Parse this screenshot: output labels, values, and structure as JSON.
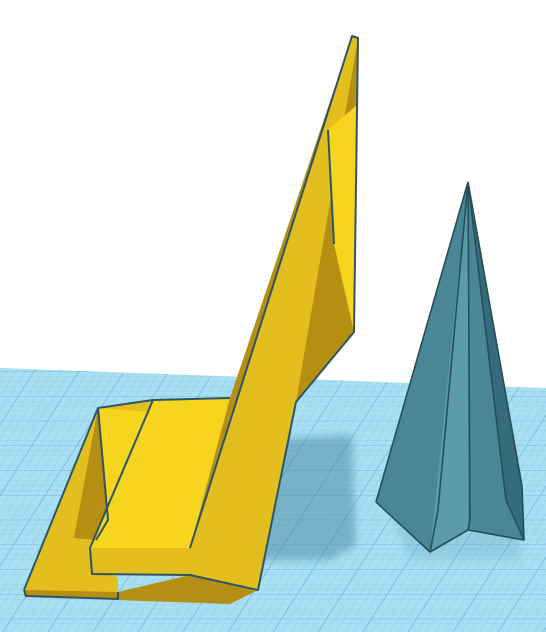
{
  "scene": {
    "background_color": "#ffffff",
    "workplane": {
      "color": "#a9dff2",
      "minor_grid_color": "#7fc6e2",
      "major_grid_color": "#5fb0d4",
      "grid": true
    },
    "objects": [
      {
        "name": "tall-yellow-fin",
        "shape": "right-triangle-with-base-plate",
        "color": "#e2bf1f",
        "light_color": "#f5d51e",
        "dark_color": "#b48f12",
        "edge_color": "#2e5466"
      },
      {
        "name": "teal-star-cone",
        "shape": "star-pyramid",
        "color": "#4a8696",
        "light_color": "#5b9aaa",
        "dark_color": "#356b7a",
        "edge_color": "#244f5c"
      }
    ]
  }
}
